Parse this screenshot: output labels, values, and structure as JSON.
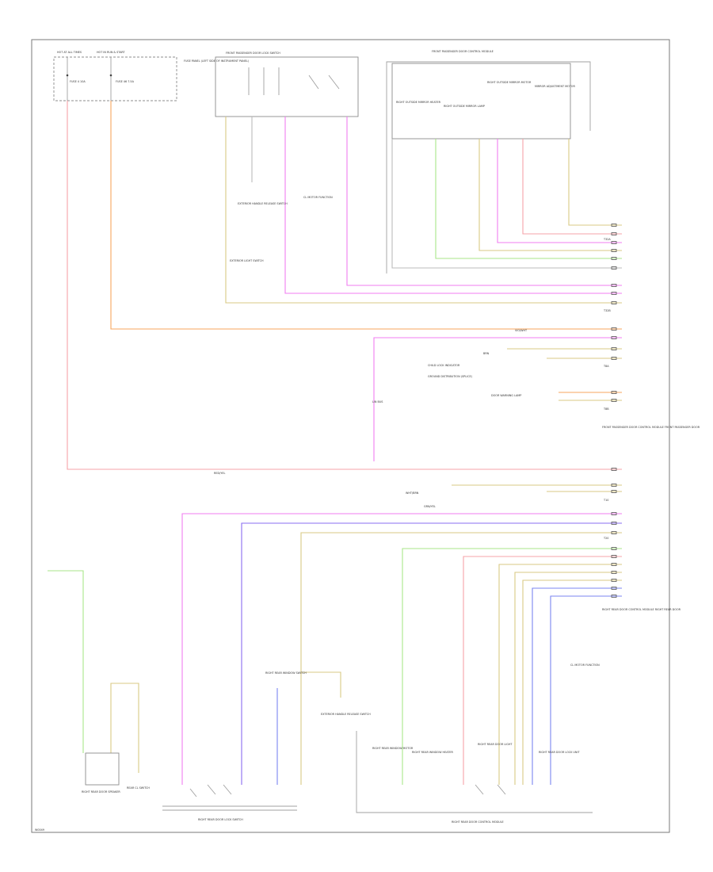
{
  "diagram": {
    "page_code": "W0049",
    "colors": {
      "red": "#f5a3a8",
      "orange": "#f7a65d",
      "yellow": "#d9c984",
      "magenta": "#f07df0",
      "purple": "#8a6cf0",
      "green": "#a8e68a",
      "grey": "#bbbbbb",
      "blue": "#7b86f0",
      "frame": "#7a7a7a"
    },
    "labels": {
      "hot_a": "HOT AT ALL TIMES",
      "hot_b": "HOT IN RUN & START",
      "fuse_a": "FUSE 4 10A",
      "fuse_b": "FUSE 46 7.5A",
      "fuse_panel": "FUSE PANEL (LEFT SIDE OF INSTRUMENT PANEL)",
      "front_pass_lock_switch": "FRONT PASSENGER DOOR LOCK SWITCH",
      "exterior_handle_switch": "EXTERIOR HANDLE RELEASE SWITCH",
      "exterior_light_switch": "EXTERIOR LIGHT SWITCH",
      "lock_function": "CL MOTOR FUNCTION",
      "front_pass_window_control": "FRONT PASSENGER DOOR CONTROL MODULE",
      "mirror_heater": "RIGHT OUTSIDE MIRROR HEATER",
      "mirror_lamp": "RIGHT OUTSIDE MIRROR LAMP",
      "mirror_motor": "RIGHT OUTSIDE MIRROR MOTOR",
      "mirror_adjust": "MIRROR ADJUSTMENT MOTOR",
      "child_lock": "CHILD LOCK INDICATOR",
      "ground_grn": "GROUND DISTRIBUTION (SPLICE)",
      "door_lamp": "DOOR WARNING LAMP",
      "front_pass_module": "FRONT PASSENGER DOOR CONTROL MODULE FRONT PASSENGER DOOR",
      "rear_door_module": "RIGHT REAR DOOR CONTROL MODULE RIGHT REAR DOOR",
      "cl_function_2": "CL MOTOR FUNCTION",
      "exterior_handle_2": "EXTERIOR HANDLE RELEASE SWITCH",
      "rear_lock_switch": "RIGHT REAR DOOR LOCK SWITCH",
      "rear_window_switch": "RIGHT REAR WINDOW SWITCH",
      "rear_window_motor": "RIGHT REAR WINDOW MOTOR",
      "rear_window_heater": "RIGHT REAR WINDOW HEATER",
      "rear_door_light": "RIGHT REAR DOOR LIGHT",
      "rear_door_lock_unit": "RIGHT REAR DOOR LOCK UNIT",
      "rear_door_control": "RIGHT REAR DOOR CONTROL MODULE",
      "rear_speaker": "RIGHT REAR DOOR SPEAKER",
      "rear_cl_switch": "REAR CL SWITCH",
      "t32a": "T32A",
      "t32b": "T32B",
      "t8a": "T8A",
      "t8b": "T8B",
      "t10": "T10",
      "t20": "T20",
      "l_bus": "LIN BUS",
      "brn": "BRN",
      "red_yel": "RED/YEL",
      "wht_brn": "WHT/BRN",
      "grn_yel": "GRN/YEL",
      "vio_wht": "VIO/WHT"
    }
  }
}
